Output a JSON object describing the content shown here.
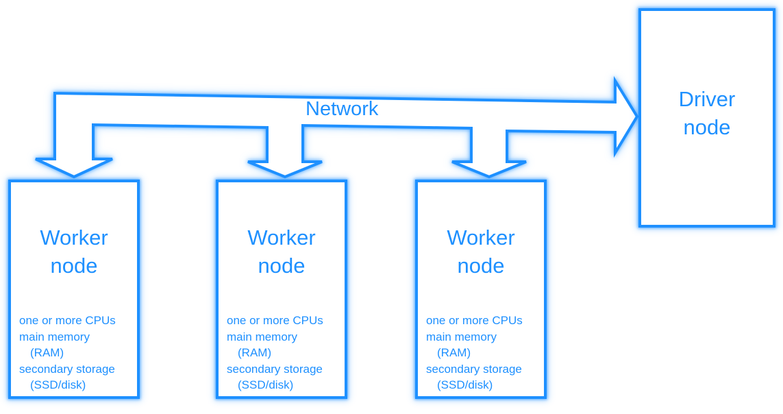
{
  "diagram": {
    "accent_color": "#1e90ff",
    "network_label": "Network",
    "driver": {
      "line1": "Driver",
      "line2": "node"
    },
    "workers": [
      {
        "line1": "Worker",
        "line2": "node",
        "specs": [
          "one or more CPUs",
          "main memory",
          "(RAM)",
          "secondary storage",
          "(SSD/disk)"
        ]
      },
      {
        "line1": "Worker",
        "line2": "node",
        "specs": [
          "one or more CPUs",
          "main memory",
          "(RAM)",
          "secondary storage",
          "(SSD/disk)"
        ]
      },
      {
        "line1": "Worker",
        "line2": "node",
        "specs": [
          "one or more CPUs",
          "main memory",
          "(RAM)",
          "secondary storage",
          "(SSD/disk)"
        ]
      }
    ]
  }
}
